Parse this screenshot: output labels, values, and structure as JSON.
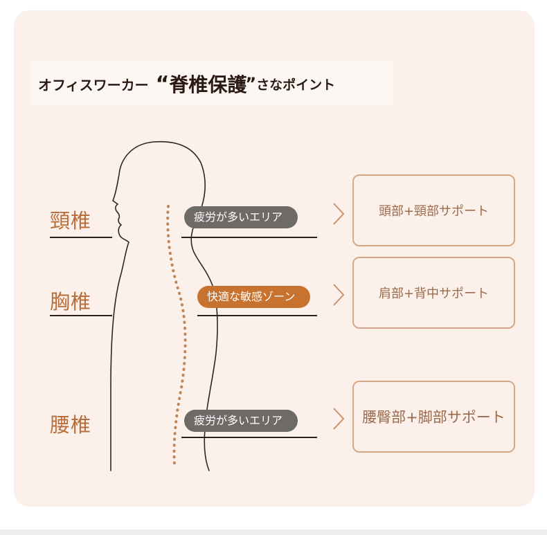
{
  "title": {
    "prefix": "オフィスワーカー",
    "open_quote": "“",
    "main": "脊椎保護",
    "close_quote": "”",
    "suffix": "さなポイント"
  },
  "rows": [
    {
      "vertebra": "頸椎",
      "area": "疲労が多いエリア",
      "area_style": "gray",
      "support": "頭部+頸部サポート"
    },
    {
      "vertebra": "胸椎",
      "area": "快適な敏感ゾーン",
      "area_style": "orange",
      "support": "肩部+背中サポート"
    },
    {
      "vertebra": "腰椎",
      "area": "疲労が多いエリア",
      "area_style": "gray",
      "support": "腰臀部+脚部サポート"
    }
  ],
  "colors": {
    "card_bg": "#fcf1ea",
    "label_orange": "#b86e3a",
    "pill_gray": "#6e6a68",
    "pill_orange": "#c8722f",
    "box_border": "#d2a78a",
    "spine_dots": "#c0865a"
  }
}
